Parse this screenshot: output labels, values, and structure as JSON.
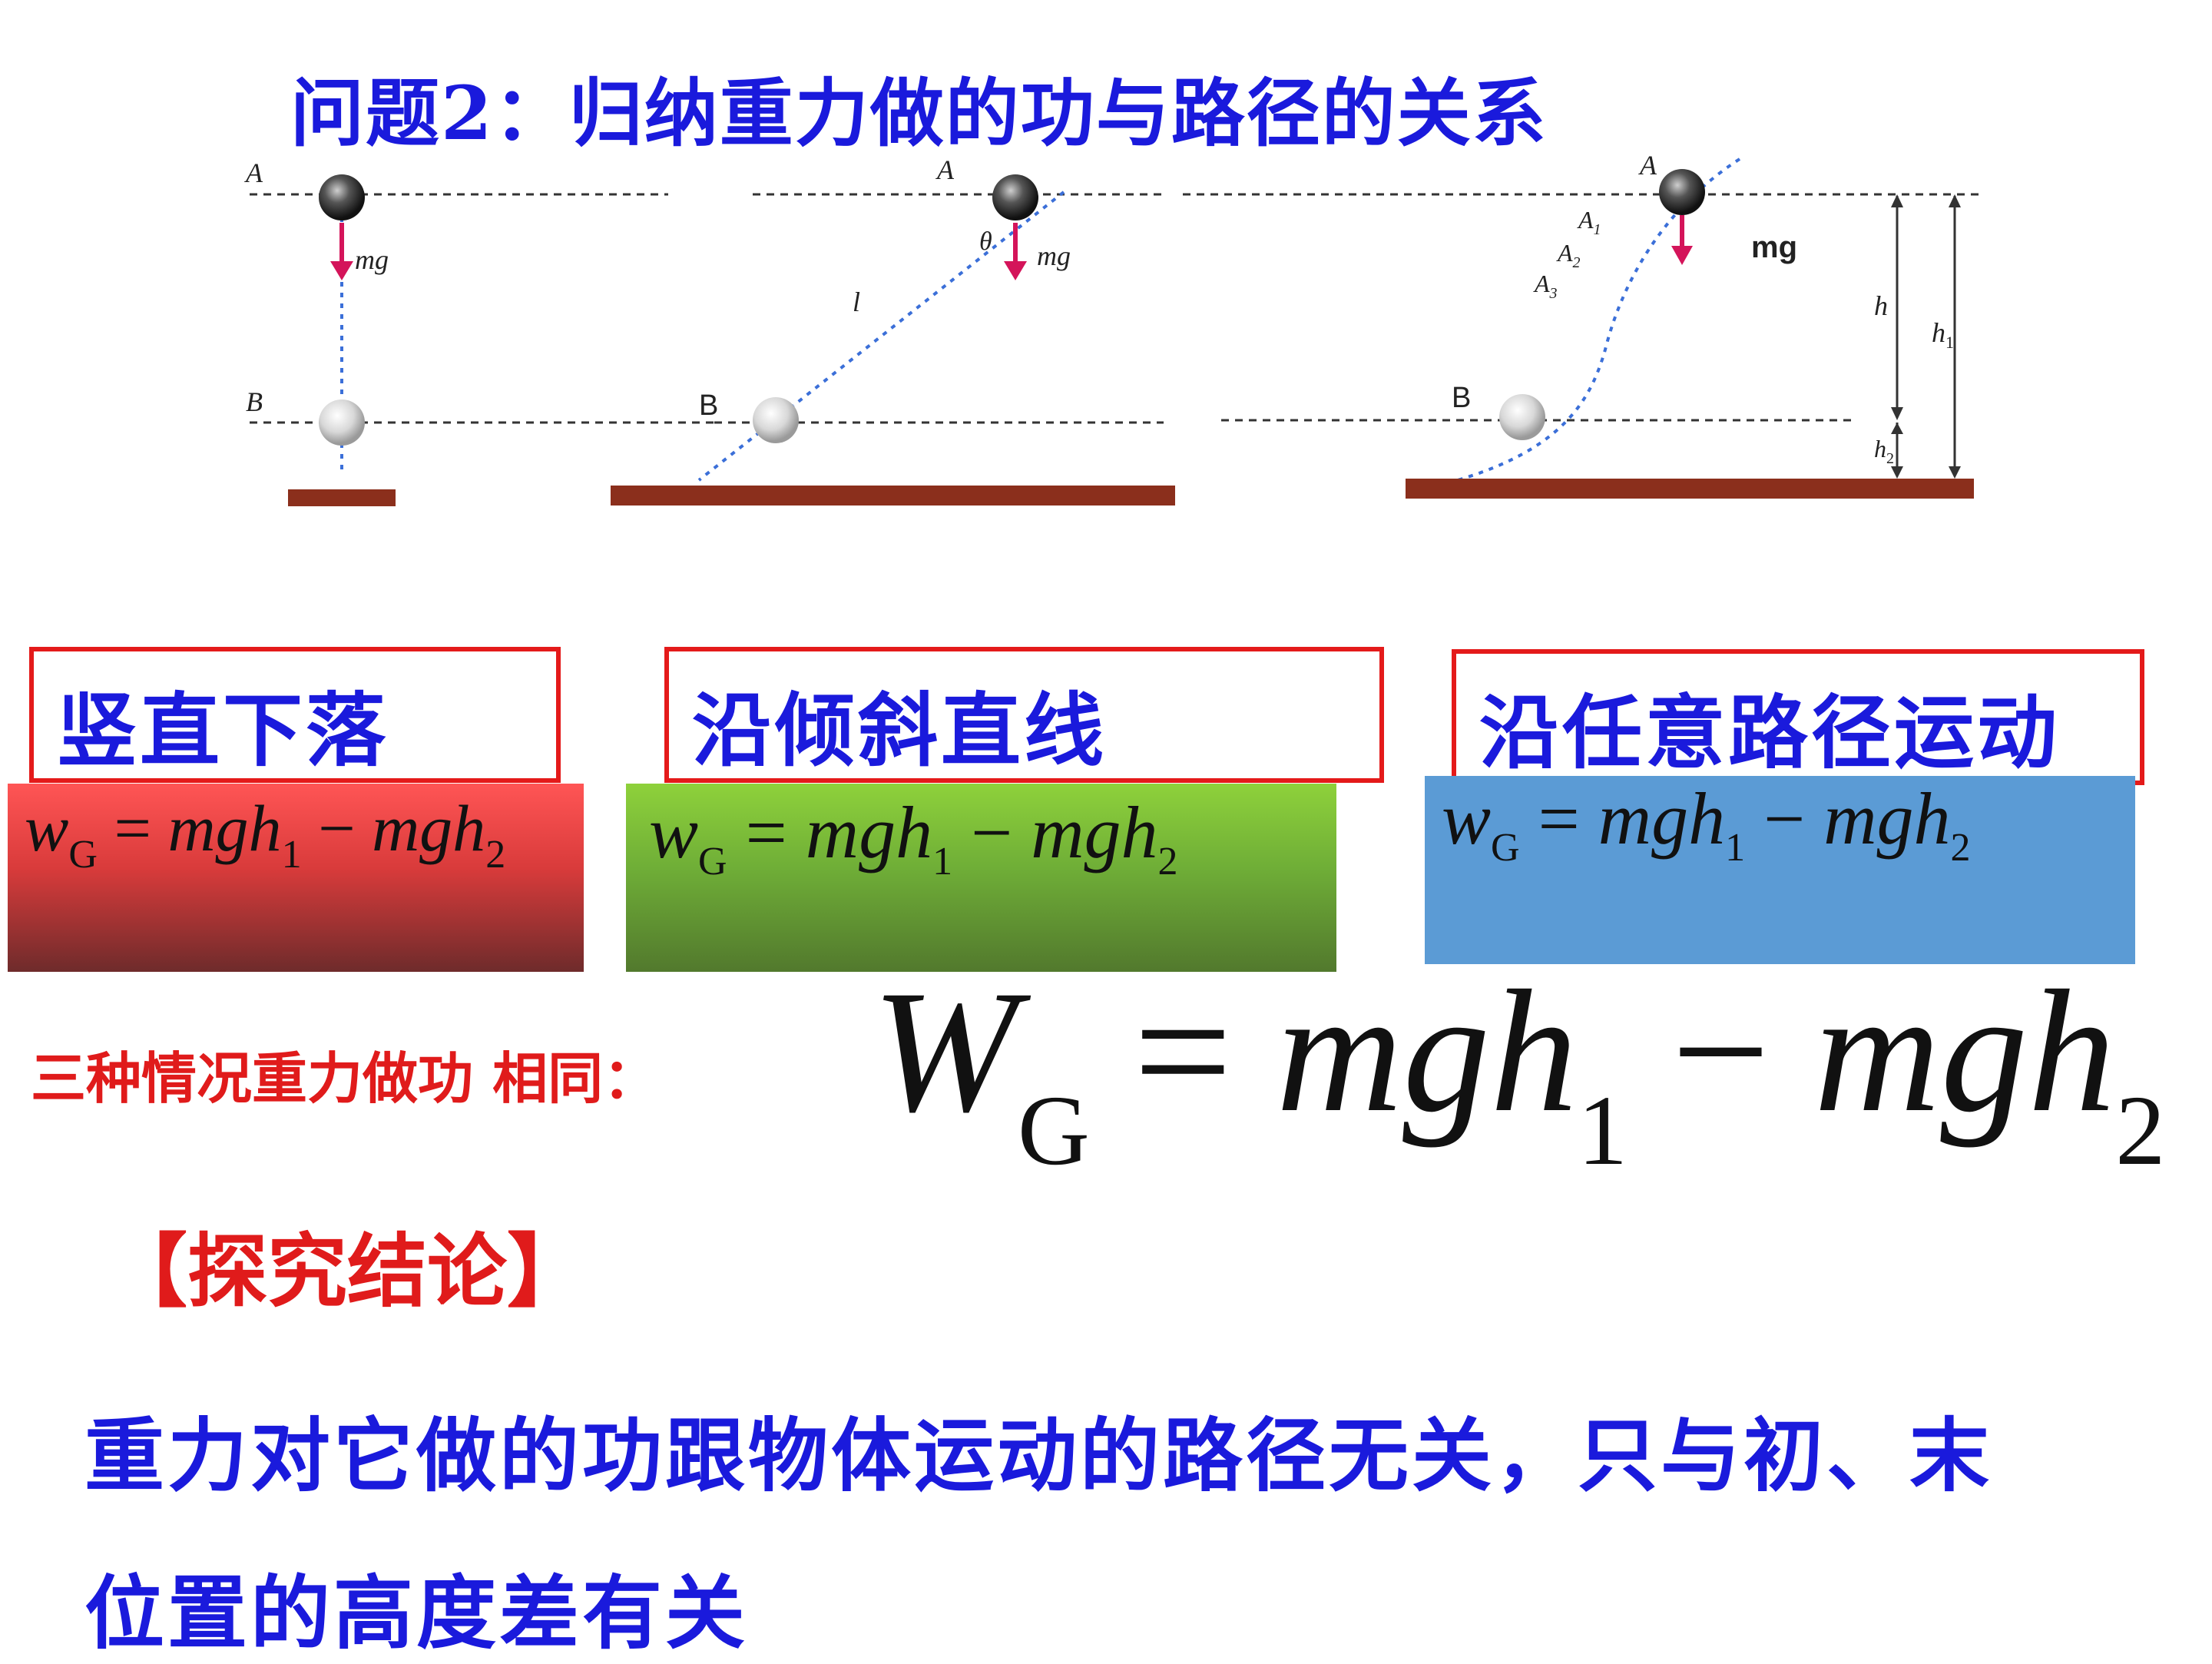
{
  "title": "问题2：归纳重力做的功与路径的关系",
  "figure": {
    "panel1": {
      "label_a": "A",
      "label_b": "B",
      "force": "mg"
    },
    "panel2": {
      "label_a": "A",
      "label_b": "B",
      "force": "mg",
      "angle": "θ",
      "length": "l"
    },
    "panel3": {
      "label_a": "A",
      "label_a1": "A",
      "label_a1_sub": "1",
      "label_a2": "A",
      "label_a2_sub": "2",
      "label_a3": "A",
      "label_a3_sub": "3",
      "label_b": "B",
      "force": "mg",
      "h": "h",
      "h1": "h",
      "h1_sub": "1",
      "h2": "h",
      "h2_sub": "2"
    },
    "colors": {
      "ground": "#8b2f1c",
      "arrow": "#d4145a",
      "path": "#3b6fd8"
    }
  },
  "cases": [
    {
      "label": "竖直下落",
      "formula": {
        "lhs": "w",
        "lhs_sub": "G",
        "eq": " = ",
        "t1": "mgh",
        "t1_sub": "1",
        "minus": " − ",
        "t2": "mgh",
        "t2_sub": "2"
      },
      "color": "red-gradient"
    },
    {
      "label": "沿倾斜直线",
      "formula": {
        "lhs": "w",
        "lhs_sub": "G",
        "eq": " = ",
        "t1": "mgh",
        "t1_sub": "1",
        "minus": " − ",
        "t2": "mgh",
        "t2_sub": "2"
      },
      "color": "green-gradient"
    },
    {
      "label": "沿任意路径运动",
      "formula": {
        "lhs": "w",
        "lhs_sub": "G",
        "eq": " = ",
        "t1": "mgh",
        "t1_sub": "1",
        "minus": " − ",
        "t2": "mgh",
        "t2_sub": "2"
      },
      "color": "#5b9bd5"
    }
  ],
  "summary": {
    "text": "三种情况重力做功 相同：",
    "formula": {
      "lhs": "W",
      "lhs_sub": "G",
      "eq": " = ",
      "t1": "mgh",
      "t1_sub": "1",
      "minus": " − ",
      "t2": "mgh",
      "t2_sub": "2"
    }
  },
  "conclusion": {
    "heading": "【探究结论】",
    "line1": "重力对它做的功跟物体运动的路径无关，只与初、末",
    "line2": "位置的高度差有关"
  }
}
